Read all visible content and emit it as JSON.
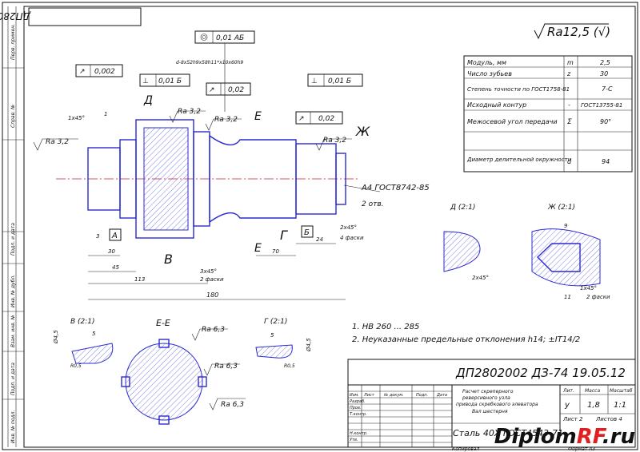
{
  "drawing": {
    "stamp_code_rotated": "ДП2802002 ДЗ-74 19.05.12",
    "general_roughness": "Ra12,5 (√)",
    "tolerances": {
      "concentricity": "0,01 АБ",
      "runout_left": "0,002",
      "perp_d": "0,01 Б",
      "runout_center": "0,02",
      "perp_top": "0,01 Б",
      "runout_right": "0,02"
    },
    "spline_spec": "d-8х52h9х58h11*x10x60h9",
    "roughness": [
      "Rа 3,2",
      "Rа 3,2",
      "Rа 3,2",
      "Rа 3,2",
      "Rа 6,3",
      "Rа 6,3",
      "Rа 6,3"
    ],
    "view_labels": {
      "d": "Д",
      "e": "Е",
      "zh": "Ж",
      "v": "В",
      "g": "Г",
      "a": "А",
      "b": "Б",
      "d_detail": "Д (2:1)",
      "zh_detail": "Ж (2:1)",
      "v_detail": "В (2:1)",
      "section": "Е-Е",
      "g_detail": "Г (2:1)"
    },
    "centre_hole": "А4 ГОСТ8742-85",
    "centre_hole_note": "2 отв.",
    "chamfers": {
      "left": "1х45°",
      "right": "2х45°",
      "right_note": "4 фаски",
      "bottom": "3х45°",
      "bottom_note": "2 фаски",
      "detail": "2х45°",
      "zh": "1х45°",
      "zh_note": "2 фаски"
    },
    "dims": {
      "total": "180",
      "d1": "30",
      "d2": "45",
      "d3": "113",
      "d4": "70",
      "d5": "24",
      "d6": "1",
      "d7": "3",
      "d8": "5",
      "d9": "11",
      "d10": "9",
      "d11": "5",
      "d12": "R0,5",
      "d13": "R0,5",
      "d14": "Ø4,5",
      "d15": "Ø4,5"
    },
    "notes": [
      "1. НВ 260 ... 285",
      "2. Неуказанные предельные отклонения h14; ±IT14/2"
    ]
  },
  "params_table": {
    "rows": [
      {
        "label": "Модуль, мм",
        "sym": "m",
        "val": "2,5"
      },
      {
        "label": "Число зубьев",
        "sym": "z",
        "val": "30"
      },
      {
        "label": "Степень точности по ГОСТ1758-81",
        "sym": "",
        "val": "7-С"
      },
      {
        "label": "Исходный контур",
        "sym": "-",
        "val": "ГОСТ13755-81"
      },
      {
        "label": "Межосевой угол передачи",
        "sym": "Σ",
        "val": "90°"
      },
      {
        "label": "",
        "sym": "",
        "val": ""
      },
      {
        "label": "Диаметр делительной окружности",
        "sym": "d",
        "val": "94"
      }
    ]
  },
  "title_block": {
    "code": "ДП2802002 ДЗ-74 19.05.12",
    "name_lines": [
      "Расчет скреперного",
      "реверсивного узла",
      "привода скребкового элеватора",
      "Вал шестерня"
    ],
    "material": "Сталь 40Х ГОСТ4543-71",
    "lit_label": "Лит.",
    "mass_label": "Масса",
    "scale_label": "Масштаб",
    "lit": "у",
    "mass": "1,8",
    "scale": "1:1",
    "sheet": "Лист 2",
    "sheets": "Листов 4",
    "headers": [
      "Изм.",
      "Лист",
      "№ докум.",
      "Подп.",
      "Дата"
    ],
    "roles": [
      "Разраб.",
      "Пров.",
      "Т.контр.",
      "",
      "Н.контр.",
      "Утв."
    ],
    "copied": "Копировал",
    "format": "Формат А3"
  },
  "side_labels": [
    "Перв. примен.",
    "Справ. №",
    "Подп. и дата",
    "Инв. № дубл.",
    "Взам. инв. №",
    "Подп. и дата",
    "Инв. № подл."
  ],
  "watermark": {
    "part1": "Diplom",
    "part2": "RF",
    "part3": ".ru"
  }
}
